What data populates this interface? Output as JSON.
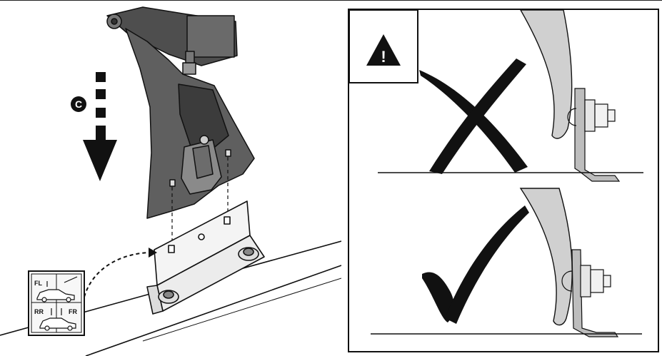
{
  "step": {
    "label": "C"
  },
  "warning": {
    "symbol": "!"
  },
  "position_legend": {
    "front_left": "FL",
    "rear_right": "RR",
    "front_right": "FR"
  },
  "colors": {
    "foot_body": "#5f5f5f",
    "foot_dark": "#3c3c3c",
    "bracket_fill": "#f4f4f4",
    "outline": "#111111",
    "door_panel": "#d0d0d0"
  },
  "icons": {
    "wrong": "cross-mark-icon",
    "correct": "check-mark-icon",
    "warning": "warning-triangle-icon",
    "direction": "down-arrow-icon"
  }
}
